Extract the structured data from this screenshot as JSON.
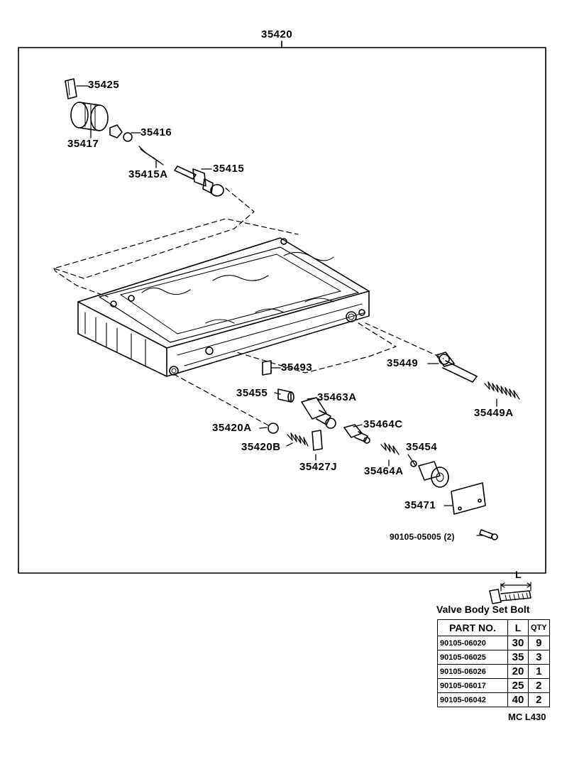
{
  "assembly_label": "35420",
  "part_labels": {
    "p35425": "35425",
    "p35417": "35417",
    "p35416": "35416",
    "p35415A": "35415A",
    "p35415": "35415",
    "p35493": "35493",
    "p35449": "35449",
    "p35449A": "35449A",
    "p35455": "35455",
    "p35463A": "35463A",
    "p35420A": "35420A",
    "p35464C": "35464C",
    "p35420B": "35420B",
    "p35427J": "35427J",
    "p35454": "35454",
    "p35464A": "35464A",
    "p35471": "35471",
    "bolt_small": "90105-05005 (2)"
  },
  "dimension_label": "L",
  "table": {
    "title": "Valve Body Set Bolt",
    "headers": [
      "PART NO.",
      "L",
      "QTY"
    ],
    "rows": [
      [
        "90105-06020",
        "30",
        "9"
      ],
      [
        "90105-06025",
        "35",
        "3"
      ],
      [
        "90105-06026",
        "20",
        "1"
      ],
      [
        "90105-06017",
        "25",
        "2"
      ],
      [
        "90105-06042",
        "40",
        "2"
      ]
    ]
  },
  "catalog_code": "MC L430"
}
